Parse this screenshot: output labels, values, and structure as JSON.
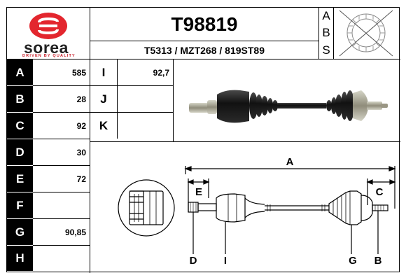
{
  "brand": {
    "name": "sorea",
    "tagline": "DRIVEN BY QUALITY",
    "logo_color": "#e3262e"
  },
  "header": {
    "part_number": "T98819",
    "cross_refs": "T5313 / MZT268 / 819ST89",
    "abs_letters": [
      "A",
      "B",
      "S"
    ]
  },
  "specs_left": [
    {
      "label": "A",
      "value": "585"
    },
    {
      "label": "B",
      "value": "28"
    },
    {
      "label": "C",
      "value": "92"
    },
    {
      "label": "D",
      "value": "30"
    },
    {
      "label": "E",
      "value": "72"
    },
    {
      "label": "F",
      "value": ""
    },
    {
      "label": "G",
      "value": "90,85"
    },
    {
      "label": "H",
      "value": ""
    }
  ],
  "specs_mid": [
    {
      "label": "I",
      "value": "92,7"
    },
    {
      "label": "J",
      "value": ""
    },
    {
      "label": "K",
      "value": ""
    }
  ],
  "diagram_labels": {
    "A": "A",
    "E": "E",
    "C": "C",
    "D": "D",
    "I": "I",
    "G": "G",
    "B": "B"
  }
}
